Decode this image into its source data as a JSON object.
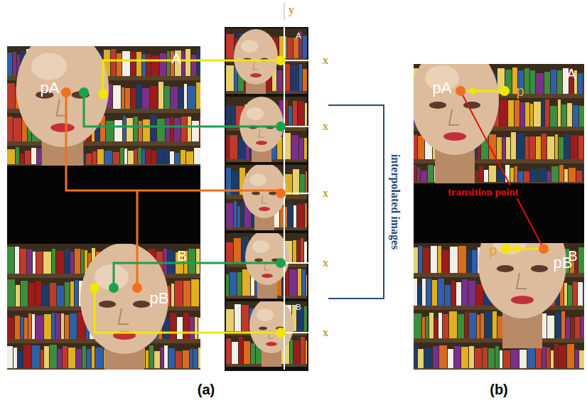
{
  "diagram": {
    "labels": [
      "A",
      "pA",
      "B",
      "pB",
      "y",
      "A",
      "x",
      "x",
      "x",
      "x",
      "x",
      "B",
      "interpolated images",
      "A",
      "pA",
      "p",
      "transition point",
      "B",
      "p",
      "pB",
      "(a)",
      "(b)"
    ]
  }
}
